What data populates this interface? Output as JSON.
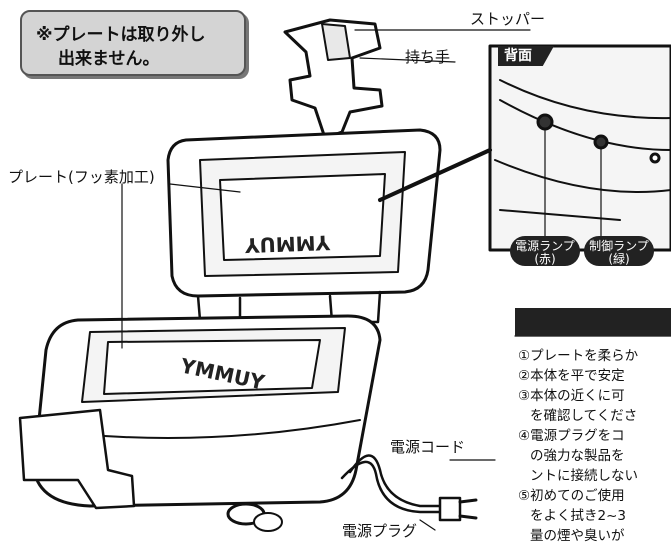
{
  "note": {
    "line1": "※プレートは取り外し",
    "line2": "出来ません。"
  },
  "labels": {
    "stopper": "ストッパー",
    "handle": "持ち手",
    "plate": "プレート(フッ素加工)",
    "cord": "電源コード",
    "plug": "電源プラグ"
  },
  "rear": {
    "tag": "背面"
  },
  "lamps": [
    {
      "line1": "電源ランプ",
      "line2": "(赤)"
    },
    {
      "line1": "制御ランプ",
      "line2": "(緑)"
    }
  ],
  "instructions": [
    "①プレートを柔らか",
    "②本体を平で安定",
    "③本体の近くに可",
    "を確認してくださ",
    "④電源プラグをコ",
    "の強力な製品を",
    "ントに接続しない",
    "⑤初めてのご使用",
    "をよく拭き2~3",
    "量の煙や臭いが"
  ],
  "embossed": {
    "upper": "YMMUY",
    "lower": "YMMUY"
  },
  "colors": {
    "ink": "#111111",
    "note_bg": "#d4d4d4",
    "label_bg": "#222222"
  }
}
